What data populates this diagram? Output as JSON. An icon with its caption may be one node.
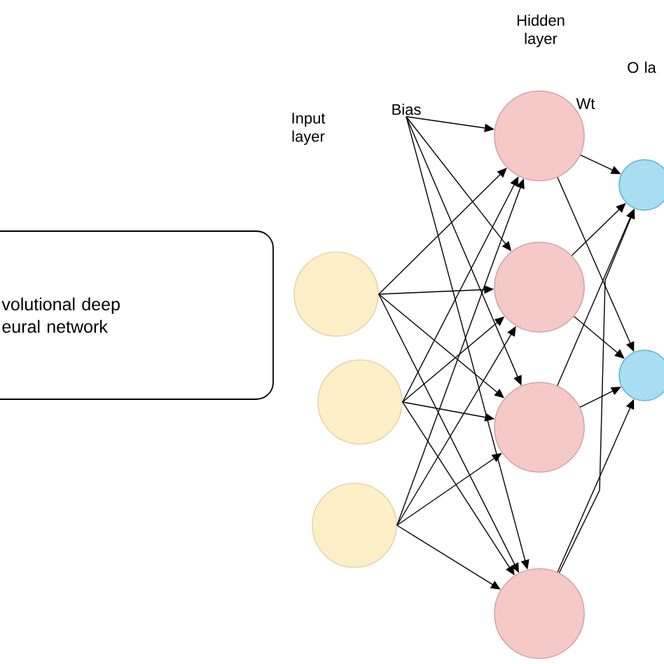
{
  "diagram": {
    "nodes": [
      {
        "text": [
          "volutional deep eural network"
        ]
      },
      {
        "text": [],
        "shape": "circle"
      },
      {
        "text": [],
        "shape": "circle"
      },
      {
        "text": [],
        "shape": "circle"
      },
      {
        "text": [
          "Bias"
        ]
      },
      {
        "text": [],
        "shape": "circle"
      },
      {
        "text": [],
        "shape": "circle"
      },
      {
        "text": [],
        "shape": "circle"
      },
      {
        "text": [],
        "shape": "circle"
      },
      {
        "text": [],
        "shape": "circle"
      },
      {
        "text": [],
        "shape": "circle"
      }
    ],
    "edges": [
      {
        "from": 4,
        "to": 5,
        "arrow": "to"
      },
      {
        "from": 4,
        "to": 6,
        "arrow": "to"
      },
      {
        "from": 4,
        "to": 7,
        "arrow": "to"
      },
      {
        "from": 4,
        "to": 8,
        "arrow": "to"
      },
      {
        "from": 1,
        "to": 5,
        "arrow": "to"
      },
      {
        "from": 1,
        "to": 6,
        "arrow": "to"
      },
      {
        "from": 1,
        "to": 7,
        "arrow": "to"
      },
      {
        "from": 1,
        "to": 8,
        "arrow": "to"
      },
      {
        "from": 2,
        "to": 5,
        "arrow": "to"
      },
      {
        "from": 2,
        "to": 6,
        "arrow": "to"
      },
      {
        "from": 2,
        "to": 7,
        "arrow": "to"
      },
      {
        "from": 2,
        "to": 8,
        "arrow": "to"
      },
      {
        "from": 3,
        "to": 5,
        "arrow": "to"
      },
      {
        "from": 3,
        "to": 6,
        "arrow": "to"
      },
      {
        "from": 3,
        "to": 7,
        "arrow": "to"
      },
      {
        "from": 3,
        "to": 8,
        "arrow": "to"
      },
      {
        "from": 5,
        "to": 9,
        "arrow": "to"
      },
      {
        "from": 5,
        "to": 10,
        "arrow": "to"
      },
      {
        "from": 6,
        "to": 9,
        "arrow": "to"
      },
      {
        "from": 6,
        "to": 10,
        "arrow": "to"
      },
      {
        "from": 7,
        "to": 9,
        "arrow": "to"
      },
      {
        "from": 7,
        "to": 10,
        "arrow": "to"
      },
      {
        "from": 8,
        "to": 9,
        "arrow": "to"
      },
      {
        "from": 8,
        "to": 10,
        "arrow": "to"
      }
    ],
    "labels": [
      "Hidden layer",
      "O la",
      "Input layer",
      "Wt"
    ]
  }
}
